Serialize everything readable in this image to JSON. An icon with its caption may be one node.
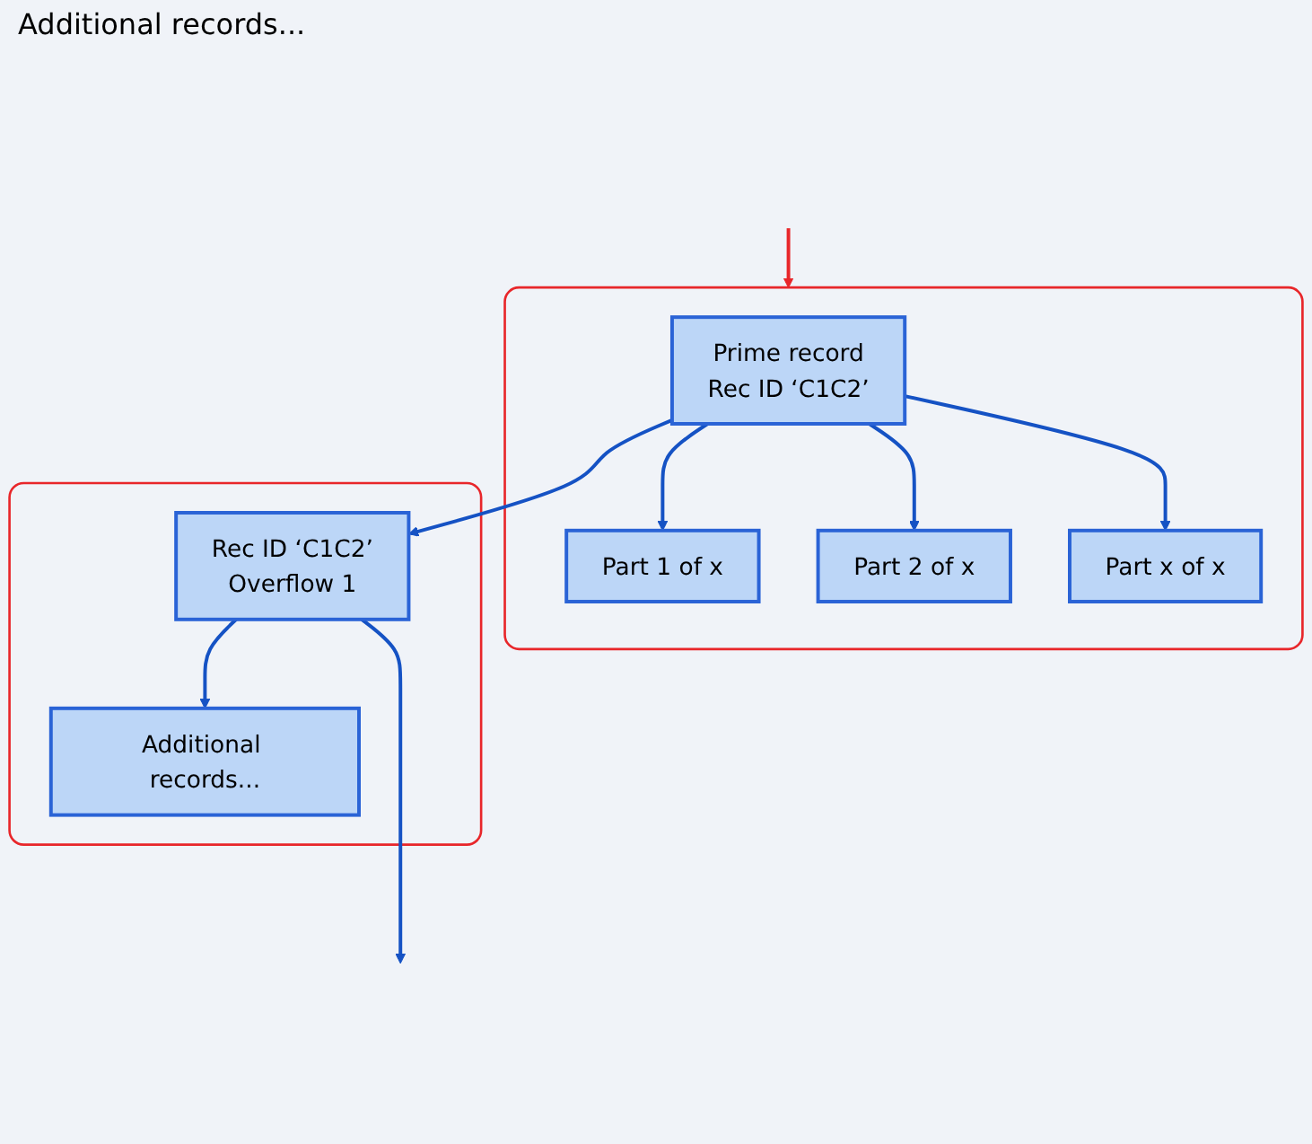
{
  "diagram": {
    "nodes": [
      {
        "text": [],
        "shape": "box"
      },
      {
        "text": [
          "Prime record",
          "Rec ID  ‘C1C2’"
        ],
        "in": 0
      },
      {
        "text": [
          "Part 1 of x"
        ],
        "in": 0
      },
      {
        "text": [
          "Part 2 of x"
        ],
        "in": 0
      },
      {
        "text": [
          "Part x of x"
        ],
        "in": 0
      },
      {
        "text": [],
        "shape": "box"
      },
      {
        "text": [
          "Rec ID  ‘C1C2’",
          "Overflow 1"
        ],
        "in": 5
      },
      {
        "text": [
          "Additional records..."
        ],
        "in": 5
      }
    ],
    "edges": [
      {
        "from": null,
        "to": 0,
        "arrow": "to",
        "color": "#e8262a"
      },
      {
        "from": 1,
        "to": 2,
        "arrow": "to"
      },
      {
        "from": 1,
        "to": 3,
        "arrow": "to"
      },
      {
        "from": 1,
        "to": 4,
        "arrow": "to"
      },
      {
        "from": 1,
        "to": 6,
        "arrow": "to"
      },
      {
        "from": 6,
        "to": 7,
        "arrow": "to"
      },
      {
        "from": 6,
        "to": null,
        "arrow": "to"
      }
    ],
    "labels": [
      "Additional records..."
    ]
  }
}
